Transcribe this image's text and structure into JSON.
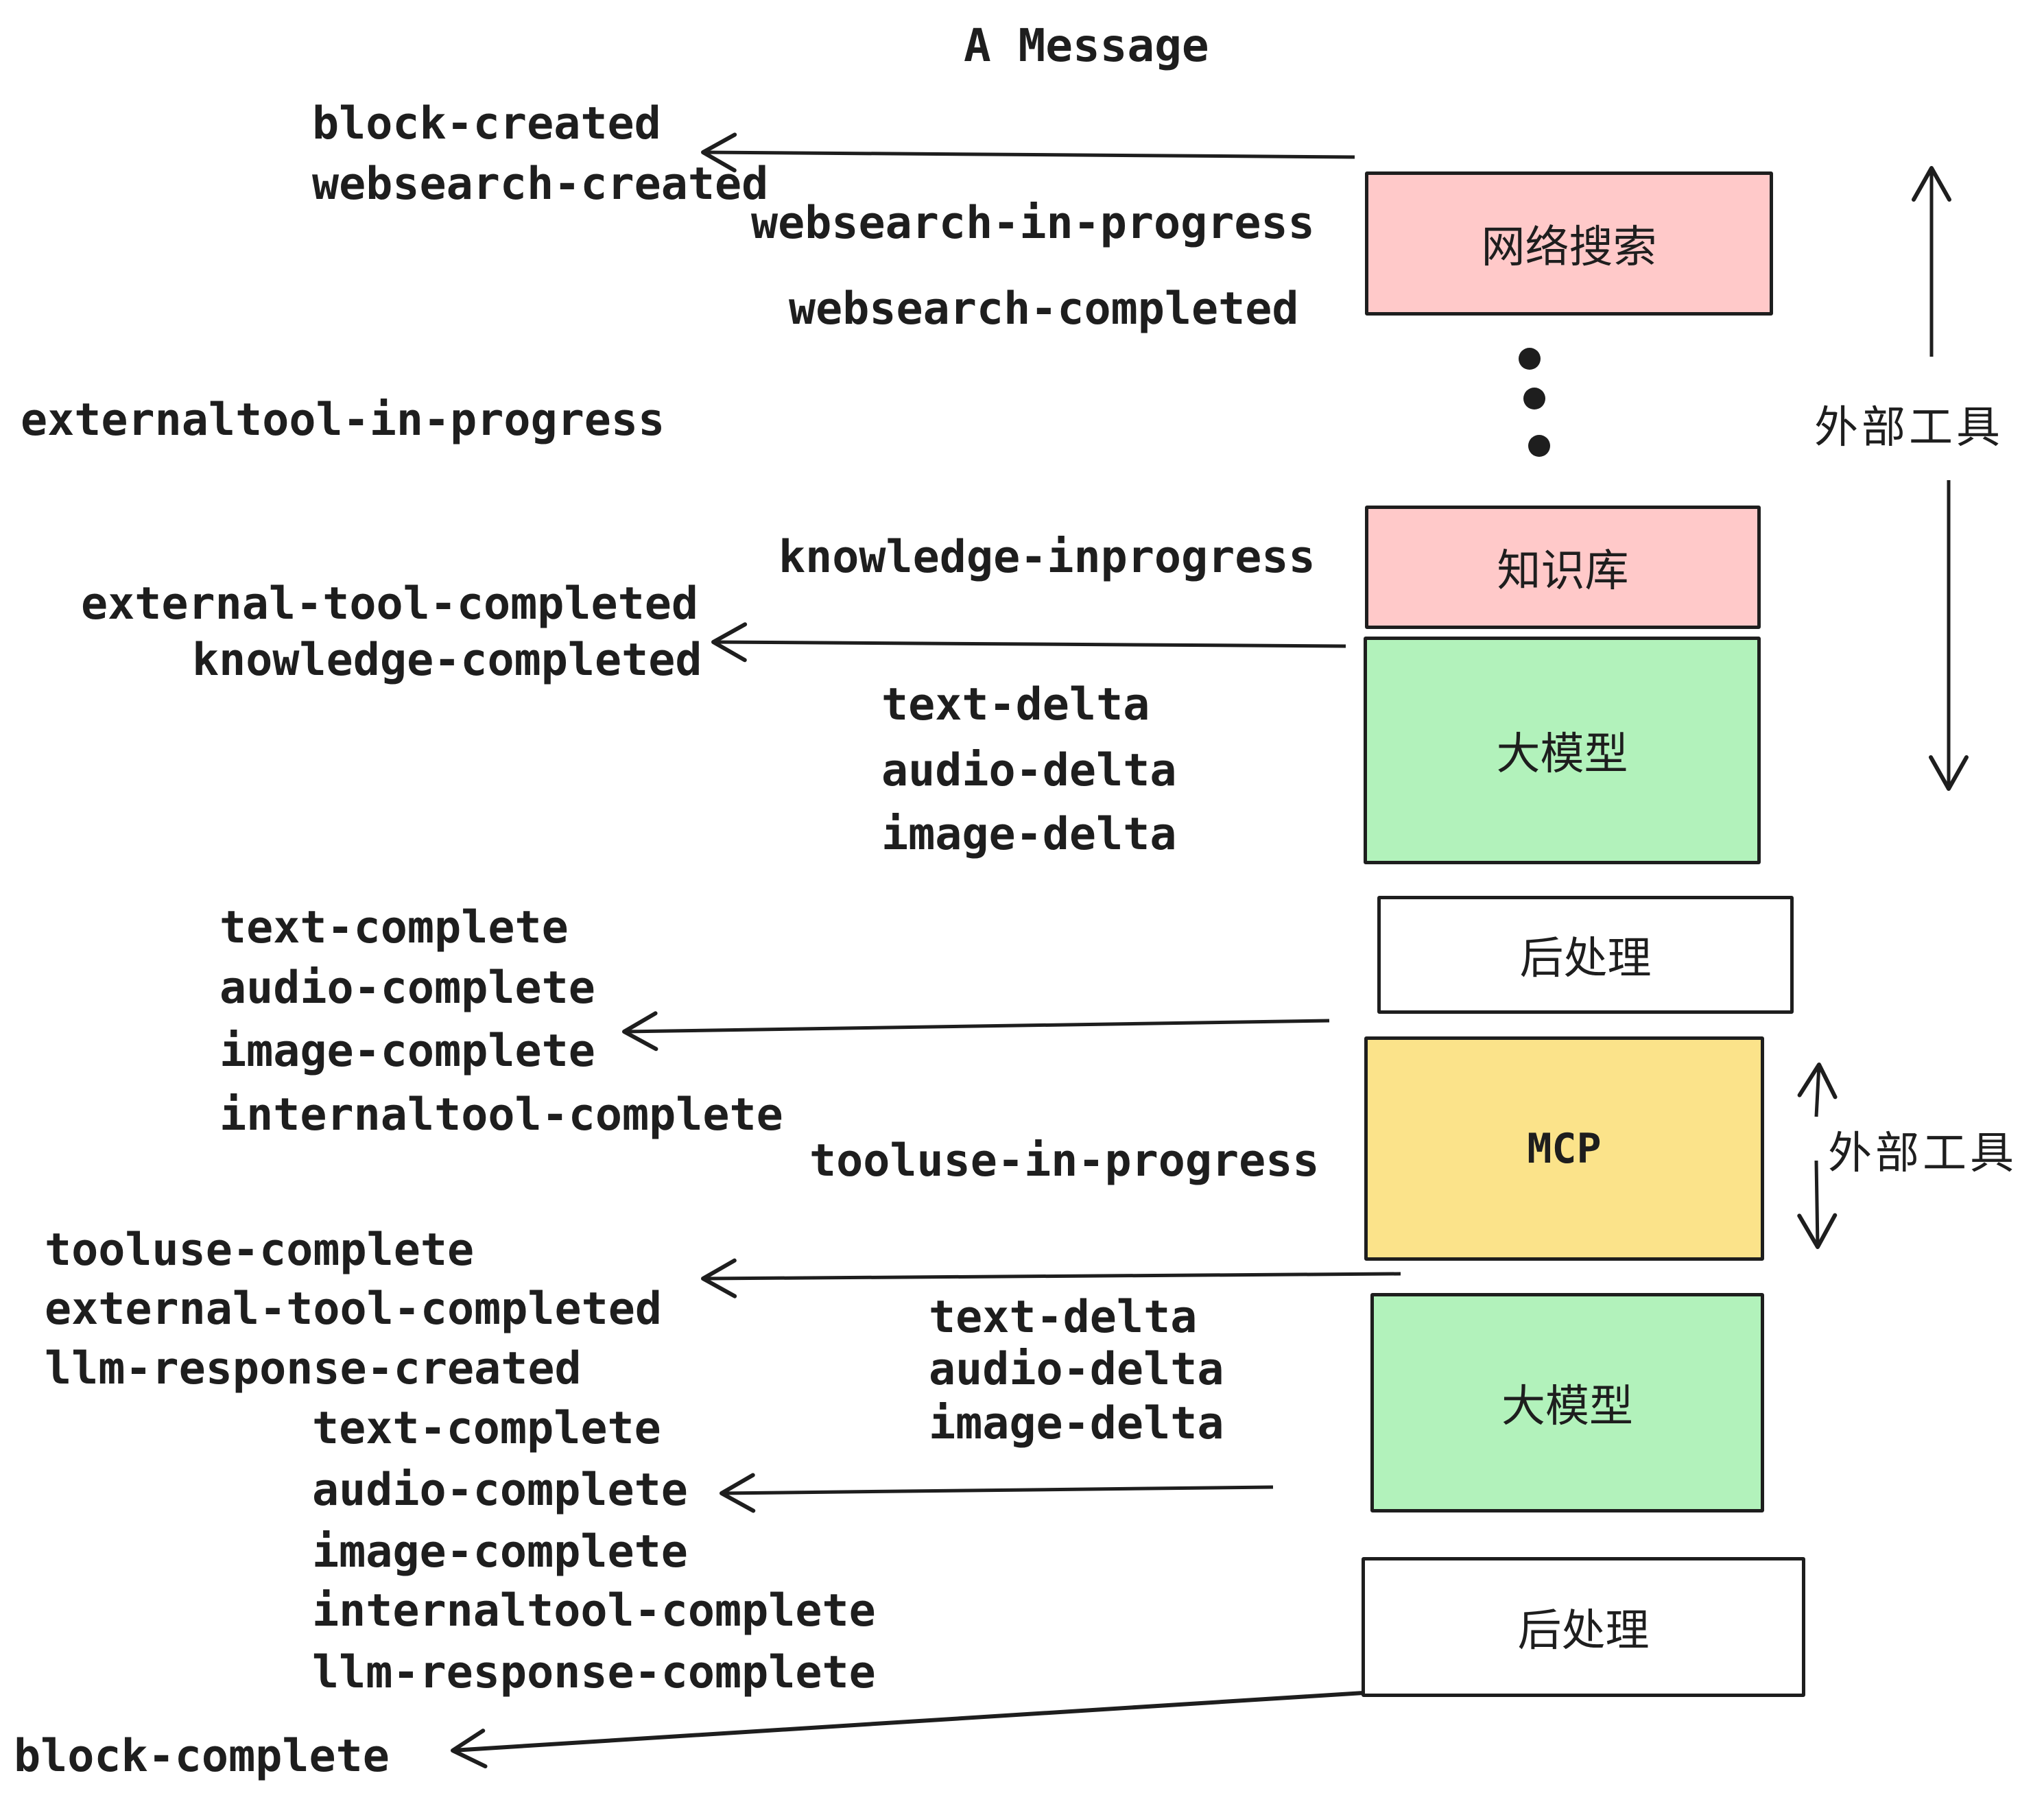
{
  "title": "A Message",
  "boxes": [
    {
      "id": "websearch",
      "label": "网络搜索",
      "color": "#ffc9c9"
    },
    {
      "id": "knowledge",
      "label": "知识库",
      "color": "#ffc9c9"
    },
    {
      "id": "llm-1",
      "label": "大模型",
      "color": "#b2f2bb"
    },
    {
      "id": "postprocess-1",
      "label": "后处理",
      "color": "#ffffff"
    },
    {
      "id": "mcp",
      "label": "MCP",
      "color": "#fbe38a"
    },
    {
      "id": "llm-2",
      "label": "大模型",
      "color": "#b2f2bb"
    },
    {
      "id": "postprocess-2",
      "label": "后处理",
      "color": "#ffffff"
    }
  ],
  "side_labels": [
    {
      "text": "外部工具"
    },
    {
      "text": "外部工具"
    }
  ],
  "events": [
    {
      "text": "block-created"
    },
    {
      "text": "websearch-created"
    },
    {
      "text": "websearch-in-progress"
    },
    {
      "text": "websearch-completed"
    },
    {
      "text": "externaltool-in-progress"
    },
    {
      "text": "knowledge-inprogress"
    },
    {
      "text": "external-tool-completed"
    },
    {
      "text": "knowledge-completed"
    },
    {
      "text": "text-delta"
    },
    {
      "text": "audio-delta"
    },
    {
      "text": "image-delta"
    },
    {
      "text": "text-complete"
    },
    {
      "text": "audio-complete"
    },
    {
      "text": "image-complete"
    },
    {
      "text": "internaltool-complete"
    },
    {
      "text": "tooluse-in-progress"
    },
    {
      "text": "tooluse-complete"
    },
    {
      "text": "external-tool-completed"
    },
    {
      "text": "llm-response-created"
    },
    {
      "text": "text-complete"
    },
    {
      "text": "audio-complete"
    },
    {
      "text": "image-complete"
    },
    {
      "text": "internaltool-complete"
    },
    {
      "text": "llm-response-complete"
    },
    {
      "text": "block-complete"
    }
  ],
  "colors": {
    "stroke": "#1e1e1e",
    "pink": "#ffc9c9",
    "green": "#b2f2bb",
    "yellow": "#fbe38a",
    "white": "#ffffff"
  }
}
